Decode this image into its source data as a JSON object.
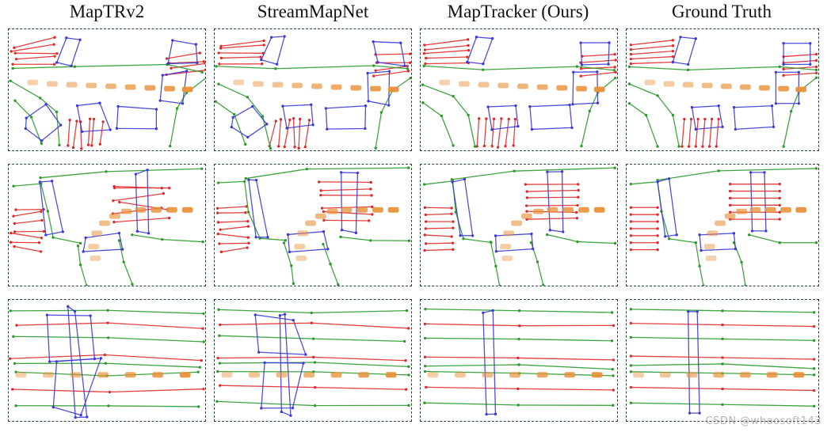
{
  "columns": [
    {
      "title": "MapTRv2",
      "method": "maptrv2"
    },
    {
      "title": "StreamMapNet",
      "method": "streammapnet"
    },
    {
      "title": "MapTracker (Ours)",
      "method": "maptracker"
    },
    {
      "title": "Ground Truth",
      "method": "gt"
    }
  ],
  "rows": [
    "scene-1",
    "scene-2",
    "scene-3"
  ],
  "colors": {
    "divider": "#3a3ad6",
    "boundary": "#2a9a2a",
    "ped_crossing": "#e02a2a",
    "ego_car": "#e8913a",
    "panel_border": "#24433a"
  },
  "watermark": "CSDN @whaosoft143"
}
